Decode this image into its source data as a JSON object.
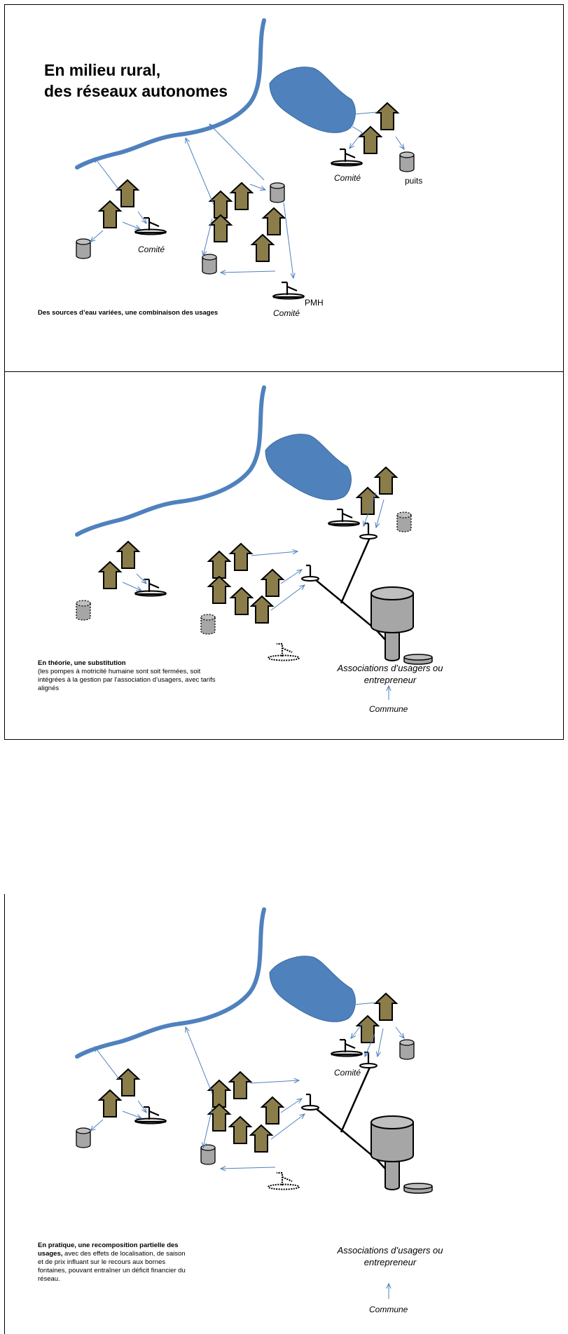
{
  "panel1": {
    "title_line1": "En milieu rural,",
    "title_line2": "des réseaux autonomes",
    "caption_bold": "Des sources d’eau variées, une combinaison des usages",
    "labels": {
      "comite_left": "Comité",
      "comite_center": "Comité",
      "comite_right": "Comité",
      "pmh": "PMH",
      "puits": "puits"
    }
  },
  "panel2": {
    "caption_bold": "En théorie, une substitution",
    "caption_rest": "(les pompes à motricité humaine sont soit fermées, soit intégrées à la gestion par l’association d’usagers, avec tarifs alignés",
    "assoc_line1": "Associations d’usagers ou",
    "assoc_line2": "entrepreneur",
    "commune": "Commune"
  },
  "panel3": {
    "caption_bold": "En pratique, une recomposition partielle des usages,",
    "caption_rest": " avec des effets de localisation, de saison et de prix influant sur le recours aux bornes fontaines, pouvant entraîner un déficit financier du réseau.",
    "comite_right": "Comité",
    "assoc_line1": "Associations d’usagers ou",
    "assoc_line2": "entrepreneur",
    "commune": "Commune"
  },
  "colors": {
    "water": "#4f81bd",
    "house_fill": "#8b7d4a",
    "well_fill": "#a6a6a6",
    "arrow": "#4f81bd"
  }
}
